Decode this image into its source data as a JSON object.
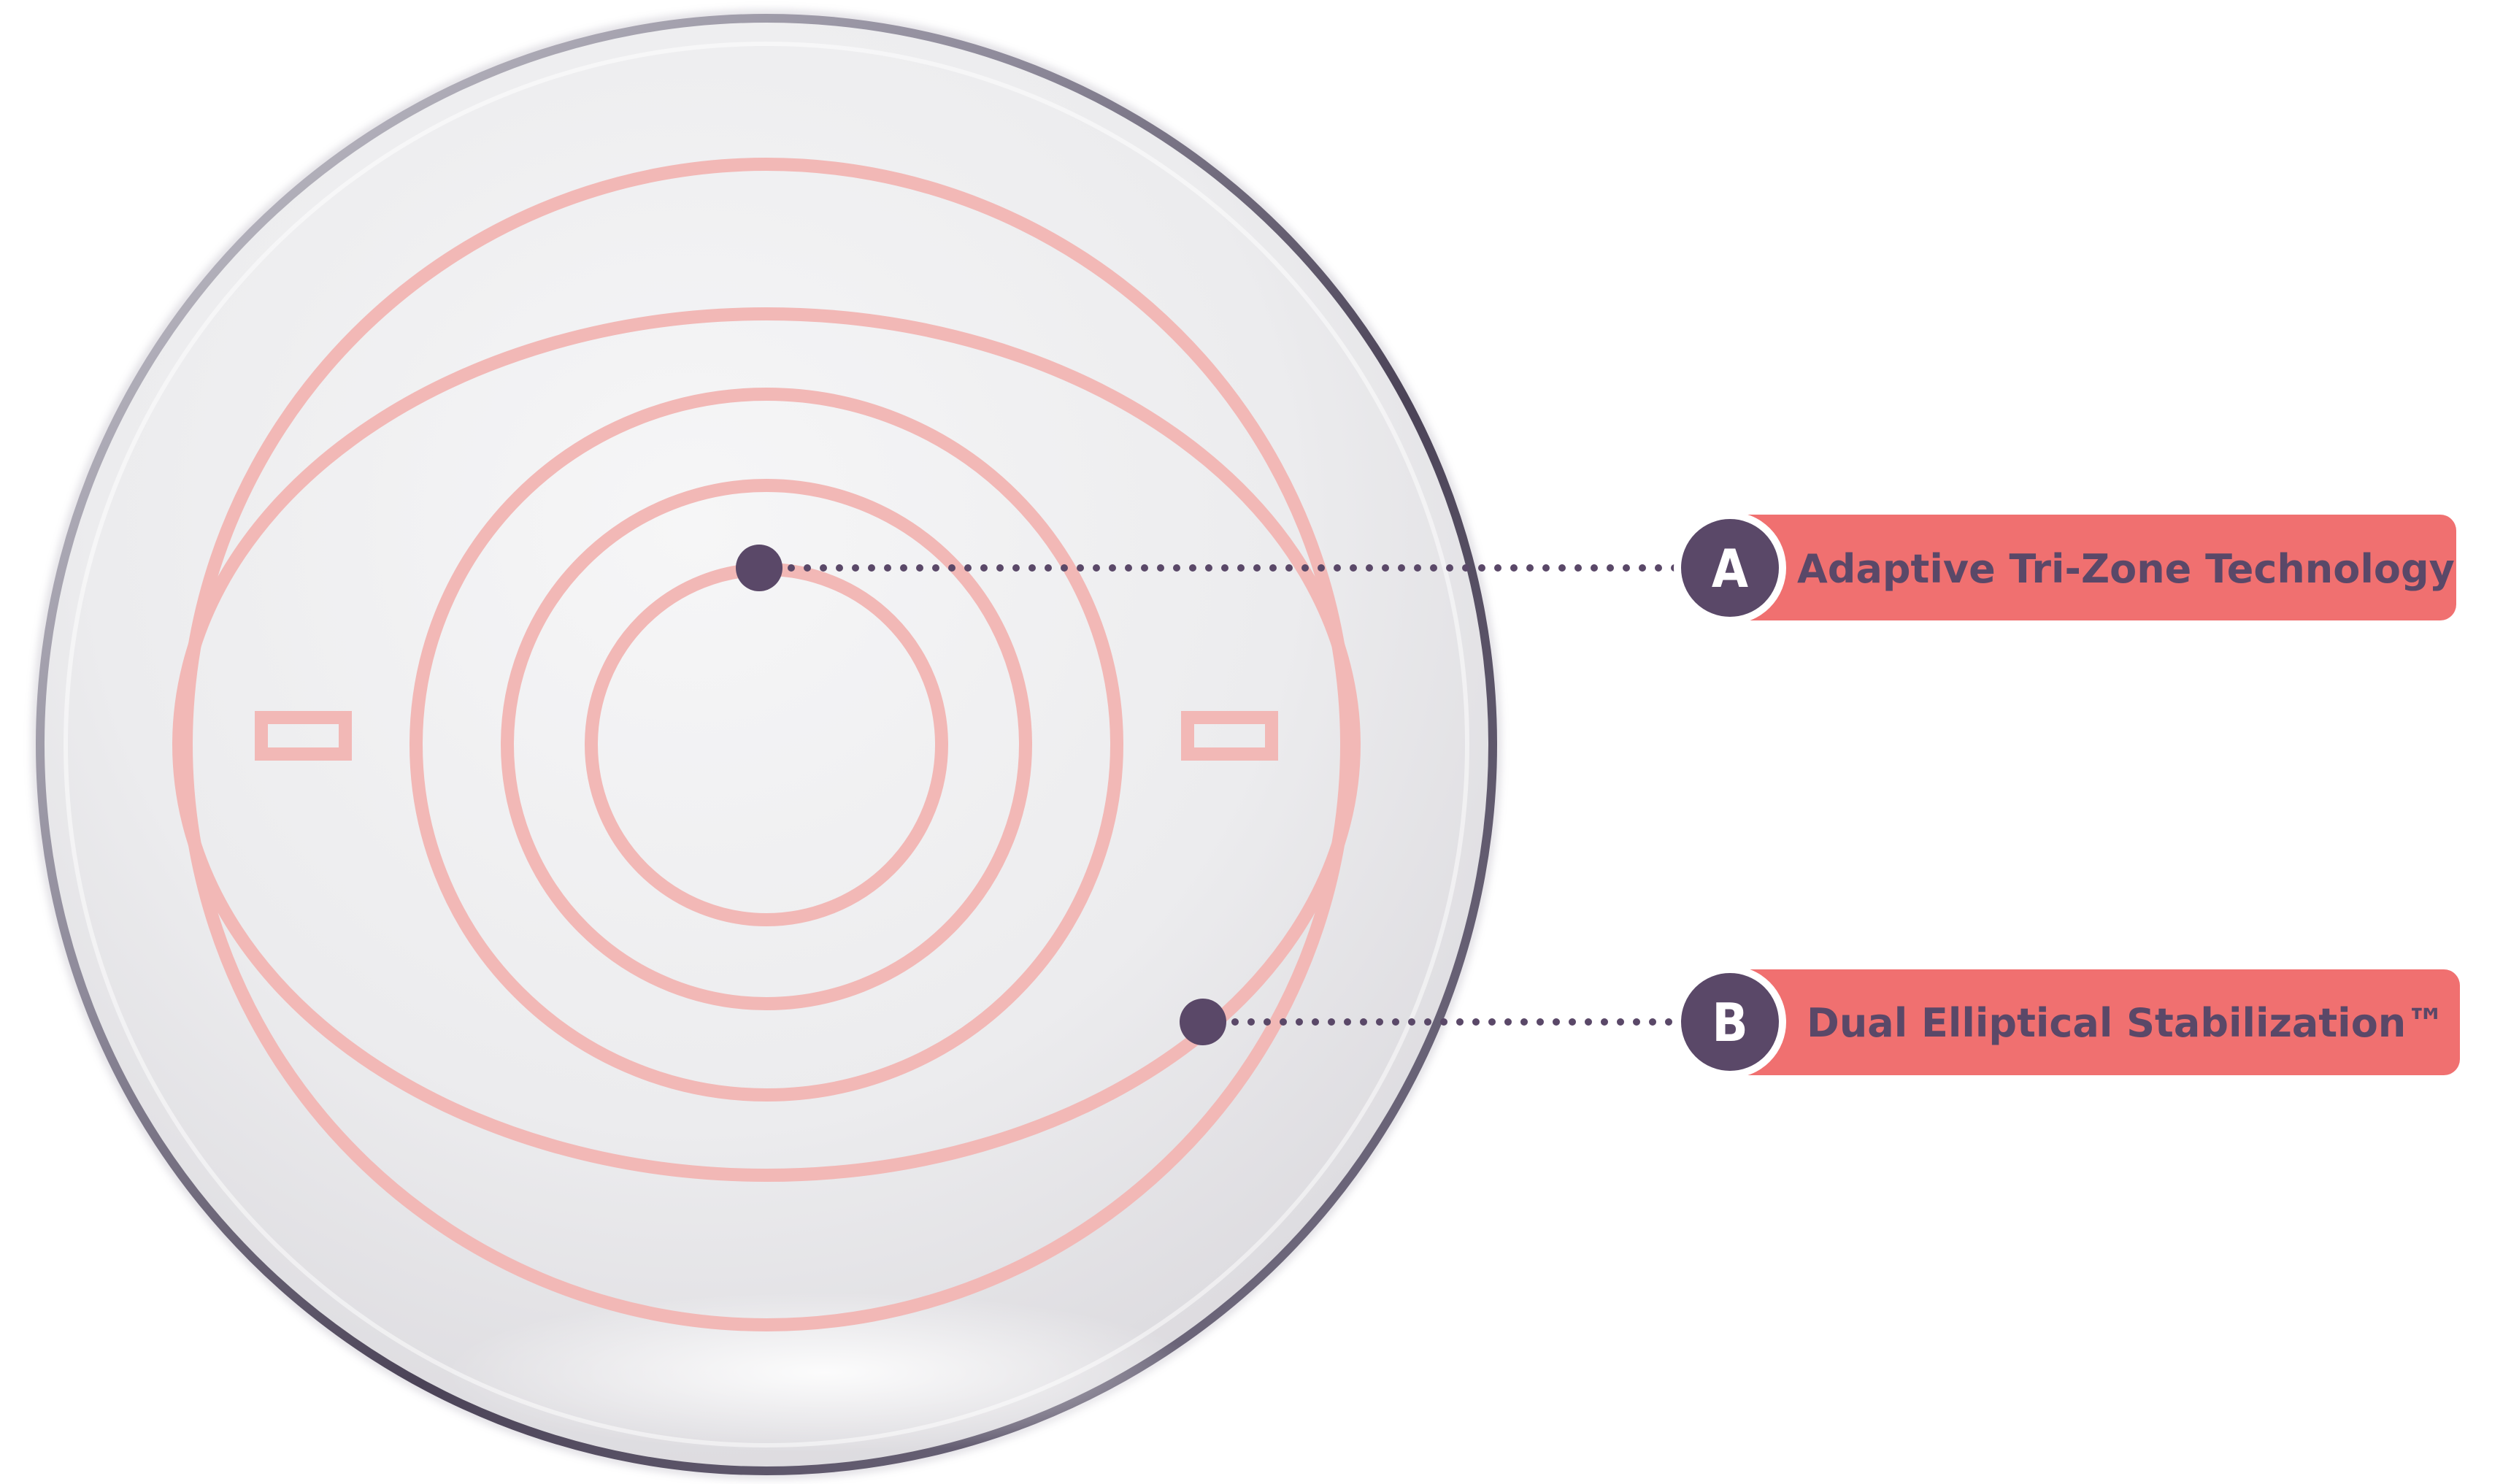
{
  "colors": {
    "lens_ring": "#f2b8b6",
    "callout_fill": "#f07070",
    "badge_fill": "#5a4868",
    "dot_fill": "#5a4868",
    "connector": "#5a4868",
    "label_text": "#5a4868"
  },
  "callouts": [
    {
      "letter": "A",
      "label": "Adaptive Tri-Zone Technology"
    },
    {
      "letter": "B",
      "label": "Dual Elliptical Stabilization™"
    }
  ]
}
